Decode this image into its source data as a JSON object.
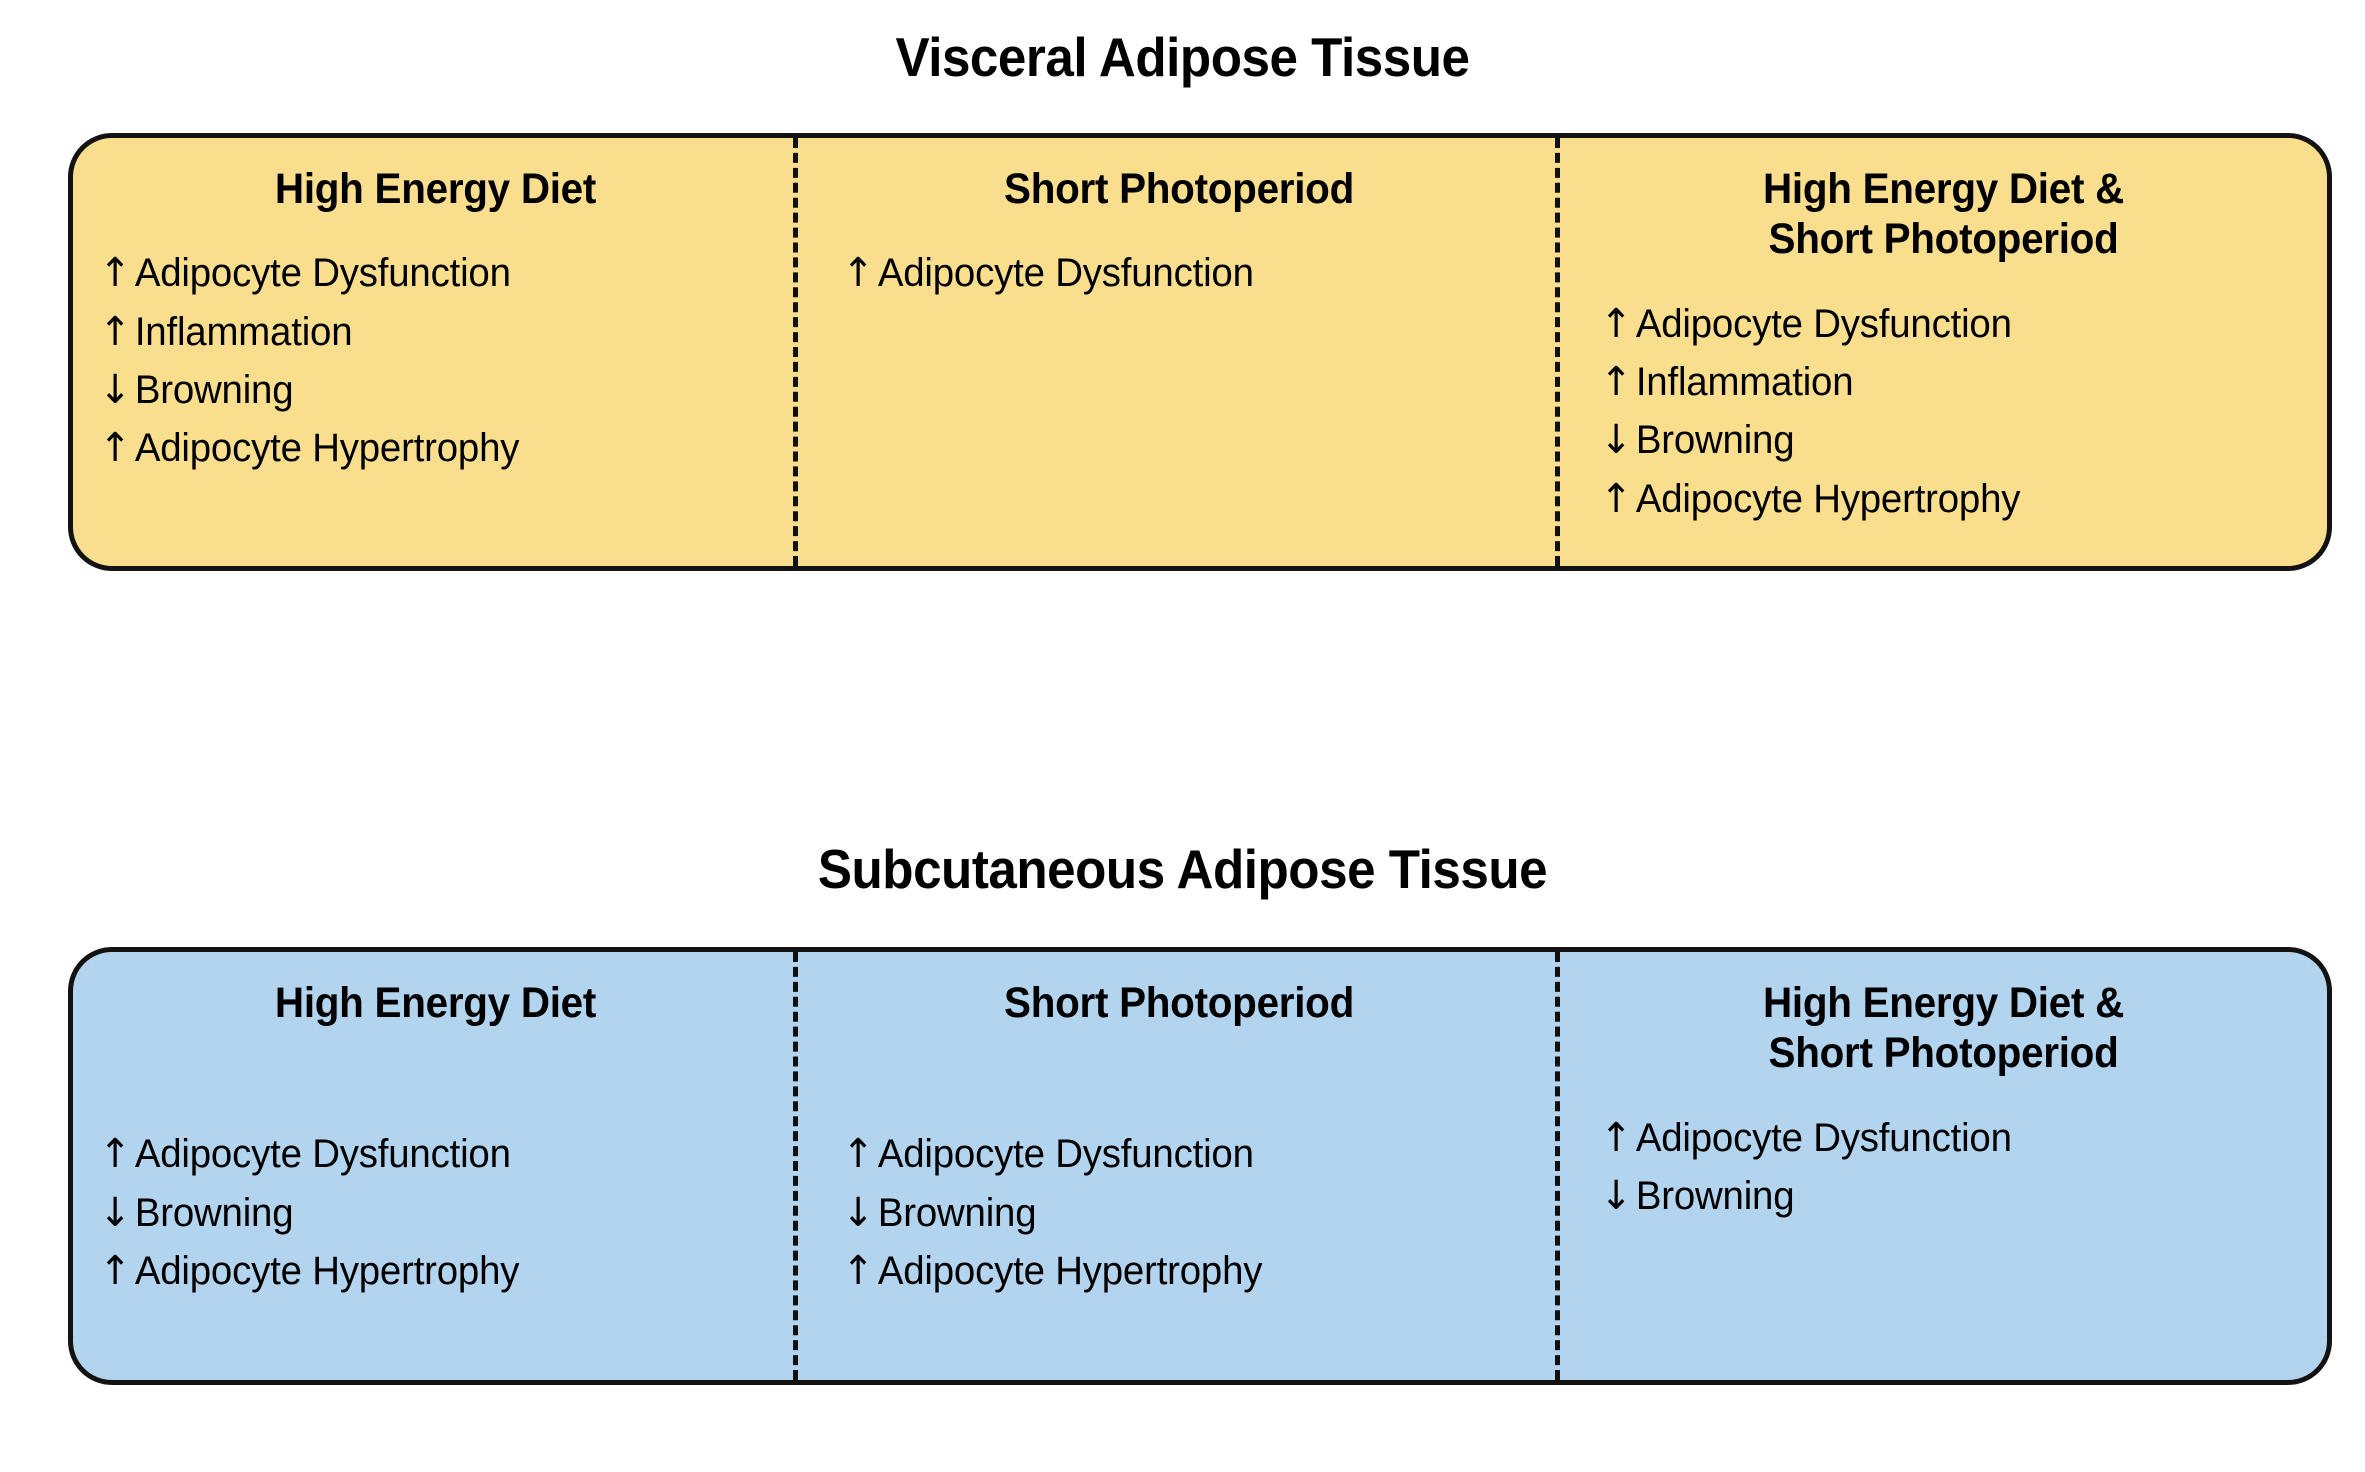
{
  "figure": {
    "background": "#ffffff",
    "border_color": "#121212",
    "divider_style": "dashed"
  },
  "panels": [
    {
      "id": "visceral-adipose-tissue",
      "title": "Visceral Adipose Tissue",
      "fill_color": "#f9df8d",
      "columns": [
        {
          "header_lines": [
            "High Energy Diet"
          ],
          "items": [
            {
              "arrow": "↑",
              "label": "Adipocyte Dysfunction"
            },
            {
              "arrow": "↑",
              "label": "Inflammation"
            },
            {
              "arrow": "↓",
              "label": "Browning"
            },
            {
              "arrow": "↑",
              "label": "Adipocyte Hypertrophy"
            }
          ]
        },
        {
          "header_lines": [
            "Short Photoperiod"
          ],
          "items": [
            {
              "arrow": "↑",
              "label": "Adipocyte Dysfunction"
            }
          ]
        },
        {
          "header_lines": [
            "High Energy Diet &",
            "Short Photoperiod"
          ],
          "items": [
            {
              "arrow": "↑",
              "label": "Adipocyte Dysfunction"
            },
            {
              "arrow": "↑",
              "label": "Inflammation"
            },
            {
              "arrow": "↓",
              "label": "Browning"
            },
            {
              "arrow": "↑",
              "label": "Adipocyte Hypertrophy"
            }
          ]
        }
      ]
    },
    {
      "id": "subcutaneous-adipose-tissue",
      "title": "Subcutaneous Adipose Tissue",
      "fill_color": "#b2d4ee",
      "columns": [
        {
          "header_lines": [
            "High Energy Diet"
          ],
          "items": [
            {
              "arrow": "↑",
              "label": "Adipocyte Dysfunction"
            },
            {
              "arrow": "↓",
              "label": "Browning"
            },
            {
              "arrow": "↑",
              "label": "Adipocyte Hypertrophy"
            }
          ]
        },
        {
          "header_lines": [
            "Short Photoperiod"
          ],
          "items": [
            {
              "arrow": "↑",
              "label": "Adipocyte Dysfunction"
            },
            {
              "arrow": "↓",
              "label": "Browning"
            },
            {
              "arrow": "↑",
              "label": "Adipocyte Hypertrophy"
            }
          ]
        },
        {
          "header_lines": [
            "High Energy Diet &",
            "Short Photoperiod"
          ],
          "items": [
            {
              "arrow": "↑",
              "label": "Adipocyte Dysfunction"
            },
            {
              "arrow": "↓",
              "label": "Browning"
            }
          ]
        }
      ]
    }
  ]
}
